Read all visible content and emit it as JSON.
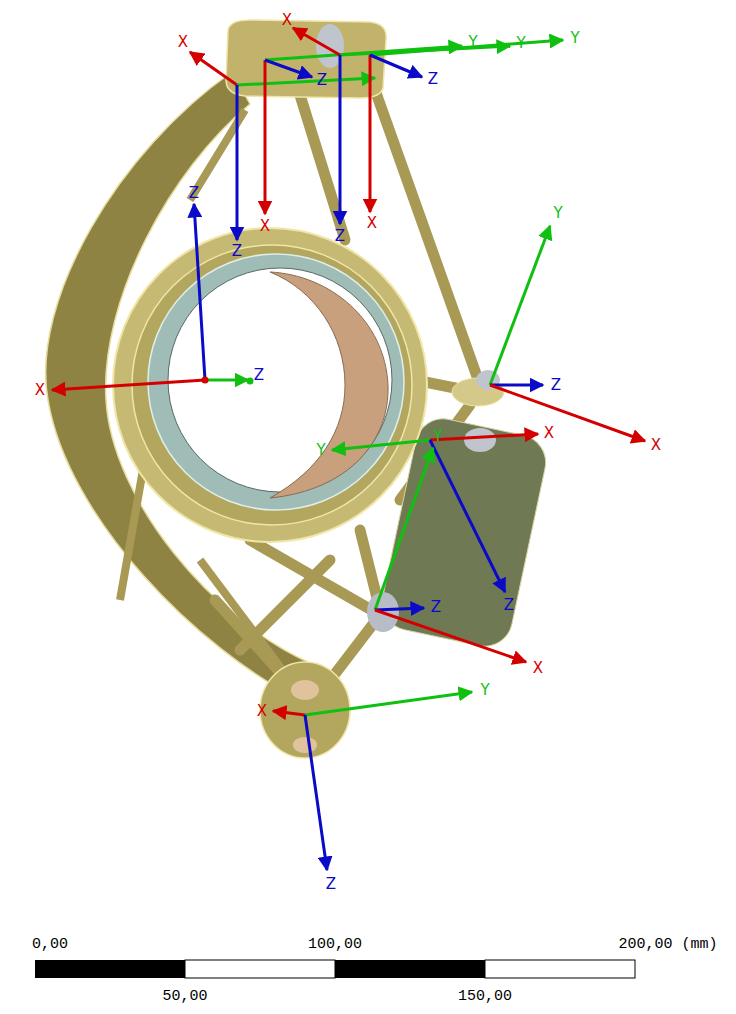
{
  "diagram": {
    "labels": [
      "X",
      "X",
      "Y",
      "Z",
      "X",
      "Y",
      "Z",
      "X",
      "Y",
      "Z",
      "Z",
      "Z",
      "X",
      "Z",
      "Y",
      "Z",
      "X",
      "Y",
      "X",
      "Z",
      "Y",
      "Z",
      "X",
      "X",
      "Y",
      "Z",
      "0,00",
      "100,00",
      "200,00 (mm)",
      "50,00",
      "150,00"
    ]
  }
}
